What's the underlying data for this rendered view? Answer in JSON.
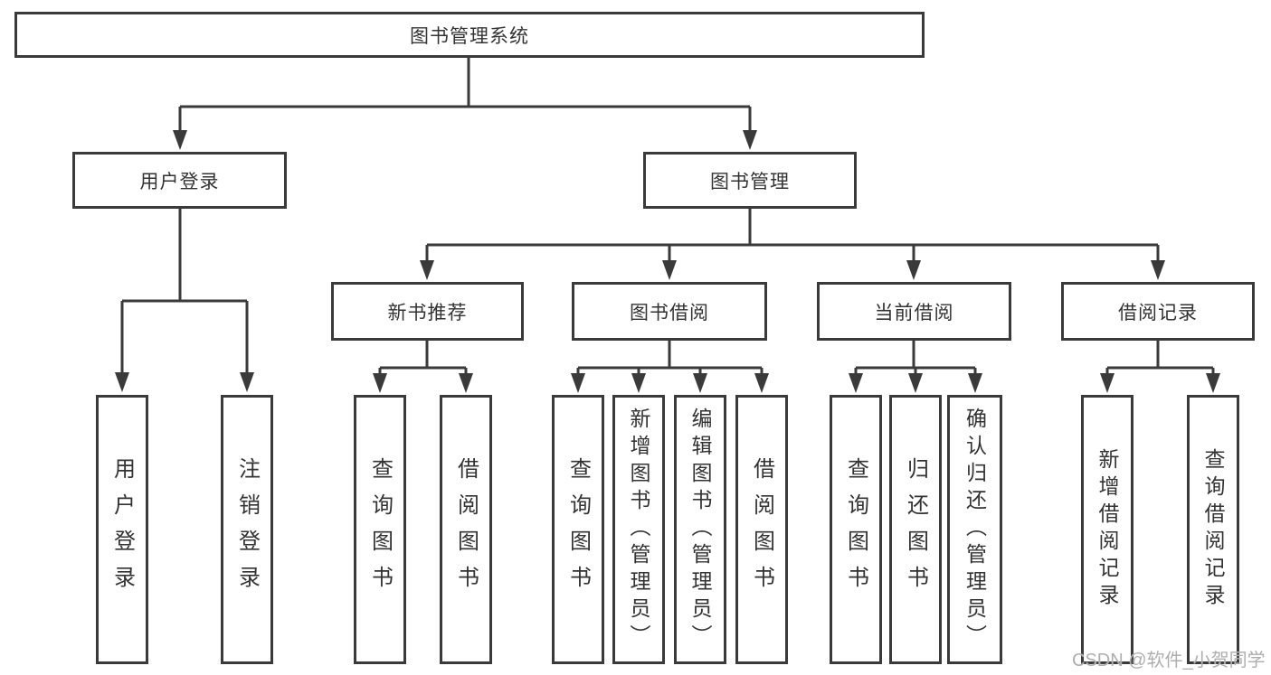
{
  "diagram_type": "hierarchy-tree",
  "colors": {
    "line": "#3a3a3a",
    "box_border": "#3a3a3a",
    "text": "#333333",
    "background": "#ffffff",
    "watermark": "#aeaeae"
  },
  "tree": {
    "label": "图书管理系统",
    "children": [
      {
        "label": "用户登录",
        "children": [
          {
            "label": "用户登录"
          },
          {
            "label": "注销登录"
          }
        ]
      },
      {
        "label": "图书管理",
        "children": [
          {
            "label": "新书推荐",
            "children": [
              {
                "label": "查询图书"
              },
              {
                "label": "借阅图书"
              }
            ]
          },
          {
            "label": "图书借阅",
            "children": [
              {
                "label": "查询图书"
              },
              {
                "label": "新增图书（管理员）"
              },
              {
                "label": "编辑图书（管理员）"
              },
              {
                "label": "借阅图书"
              }
            ]
          },
          {
            "label": "当前借阅",
            "children": [
              {
                "label": "查询图书"
              },
              {
                "label": "归还图书"
              },
              {
                "label": "确认归还（管理员）"
              }
            ]
          },
          {
            "label": "借阅记录",
            "children": [
              {
                "label": "新增借阅记录"
              },
              {
                "label": "查询借阅记录"
              }
            ]
          }
        ]
      }
    ]
  },
  "watermark": "CSDN @软件_小贺同学"
}
